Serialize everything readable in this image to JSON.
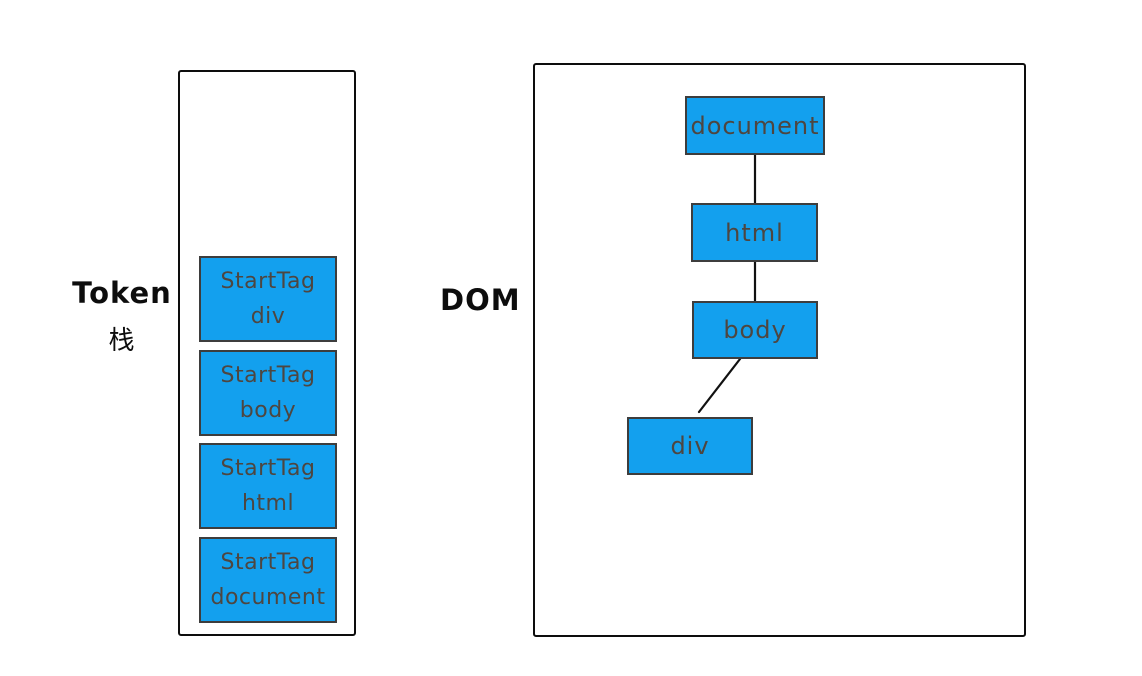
{
  "title": "Token stack and DOM tree diagram",
  "token_panel": {
    "label_line1": "Token",
    "label_line2": "栈",
    "stack_items": [
      {
        "line1": "StartTag",
        "line2": "div"
      },
      {
        "line1": "StartTag",
        "line2": "body"
      },
      {
        "line1": "StartTag",
        "line2": "html"
      },
      {
        "line1": "StartTag",
        "line2": "document"
      }
    ]
  },
  "dom_panel": {
    "label": "DOM",
    "nodes": [
      {
        "label": "document"
      },
      {
        "label": "html"
      },
      {
        "label": "body"
      },
      {
        "label": "div"
      }
    ],
    "edges": [
      {
        "from": "document",
        "to": "html"
      },
      {
        "from": "html",
        "to": "body"
      },
      {
        "from": "body",
        "to": "div"
      }
    ]
  },
  "colors": {
    "node_fill": "#13a0ee",
    "node_border": "#3d3d3d",
    "node_text": "#4e4640",
    "outline": "#0d0d0d",
    "background": "#ffffff"
  }
}
